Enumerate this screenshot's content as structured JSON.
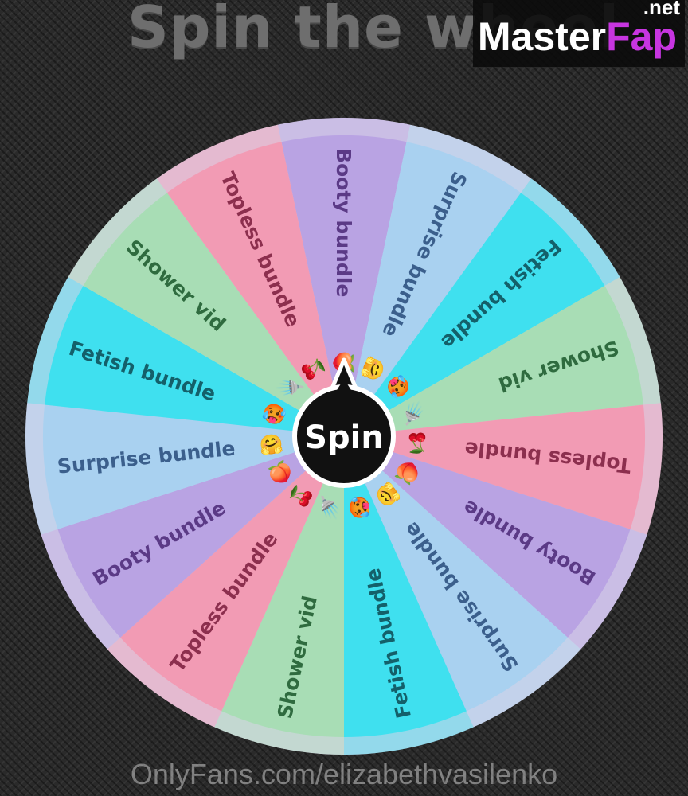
{
  "header": {
    "title": "Spin the wheel"
  },
  "watermark": {
    "brand_part1": "Master",
    "brand_part2": "Fap",
    "domain_suffix": ".net"
  },
  "wheel": {
    "spin_button_label": "Spin",
    "outer_ring_color": "#d9d3e8",
    "segments": [
      {
        "label": "Booty bundle",
        "emoji": "🍑",
        "color": "#b9a3e3",
        "text_color": "#5b3a86"
      },
      {
        "label": "Surprise bundle",
        "emoji": "🤗",
        "color": "#a9d1f0",
        "text_color": "#3b5f8c"
      },
      {
        "label": "Fetish bundle",
        "emoji": "🥵",
        "color": "#3fe0ef",
        "text_color": "#14606a"
      },
      {
        "label": "Shower vid",
        "emoji": "🚿",
        "color": "#a8ddb5",
        "text_color": "#2f6b3f"
      },
      {
        "label": "Topless bundle",
        "emoji": "🍒",
        "color": "#f29bb4",
        "text_color": "#8c2f4e"
      },
      {
        "label": "Booty bundle",
        "emoji": "🍑",
        "color": "#b9a3e3",
        "text_color": "#5b3a86"
      },
      {
        "label": "Surprise bundle",
        "emoji": "🤗",
        "color": "#a9d1f0",
        "text_color": "#3b5f8c"
      },
      {
        "label": "Fetish bundle",
        "emoji": "🥵",
        "color": "#3fe0ef",
        "text_color": "#14606a"
      },
      {
        "label": "Shower vid",
        "emoji": "🚿",
        "color": "#a8ddb5",
        "text_color": "#2f6b3f"
      },
      {
        "label": "Topless bundle",
        "emoji": "🍒",
        "color": "#f29bb4",
        "text_color": "#8c2f4e"
      },
      {
        "label": "Booty bundle",
        "emoji": "🍑",
        "color": "#b9a3e3",
        "text_color": "#5b3a86"
      },
      {
        "label": "Surprise bundle",
        "emoji": "🤗",
        "color": "#a9d1f0",
        "text_color": "#3b5f8c"
      },
      {
        "label": "Fetish bundle",
        "emoji": "🥵",
        "color": "#3fe0ef",
        "text_color": "#14606a"
      },
      {
        "label": "Shower vid",
        "emoji": "🚿",
        "color": "#a8ddb5",
        "text_color": "#2f6b3f"
      },
      {
        "label": "Topless bundle",
        "emoji": "🍒",
        "color": "#f29bb4",
        "text_color": "#8c2f4e"
      }
    ]
  },
  "footer": {
    "source_text": "OnlyFans.com/elizabethvasilenko"
  }
}
